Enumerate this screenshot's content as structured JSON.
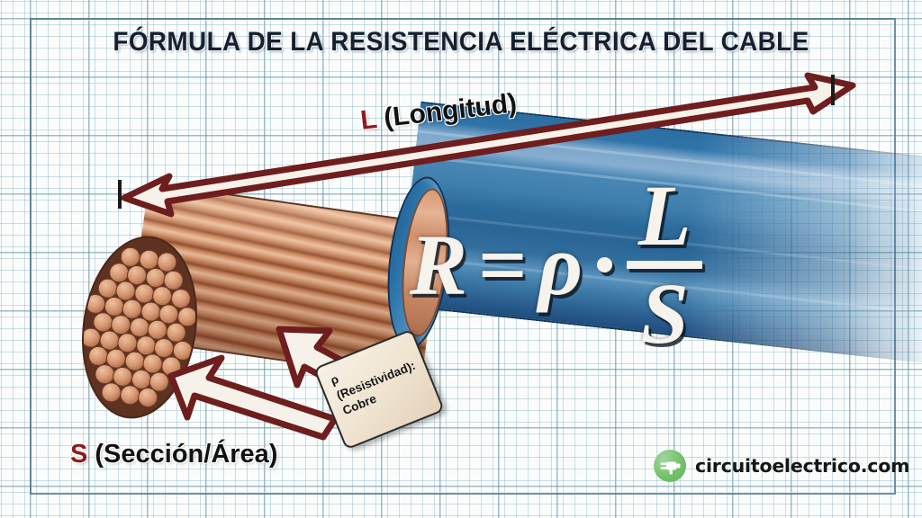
{
  "page": {
    "title": "FÓRMULA DE LA RESISTENCIA ELÉCTRICA DEL CABLE"
  },
  "labels": {
    "length": {
      "symbol": "L",
      "text": " (Longitud)"
    },
    "section": {
      "symbol": "S",
      "text": " (Sección/Área)"
    },
    "resistivity_tag": {
      "line1": "ρ (Resistividad):",
      "line2": "Cobre"
    }
  },
  "formula": {
    "r": "R",
    "equals": "=",
    "rho": "ρ",
    "dot": "·",
    "numerator": "L",
    "denominator": "S",
    "plain": "R = ρ · L / S"
  },
  "watermark": {
    "site": "circuitoelectrico.com",
    "icon": "plug-icon"
  },
  "colors": {
    "title": "#16202e",
    "symbol_red": "#8c1c20",
    "arrow_outline": "#6e1e1e",
    "arrow_fill": "#f7f2e9",
    "insulation_blue": "#2d6b9d",
    "copper": "#c9845c",
    "logo_green": "#5cb052",
    "grid_line": "#78a8ba"
  },
  "figure": {
    "type": "diagram",
    "subject": "electrical-cable-cutaway",
    "callouts": [
      "L (Longitud)",
      "S (Sección/Área)",
      "ρ (Resistividad): Cobre"
    ]
  }
}
